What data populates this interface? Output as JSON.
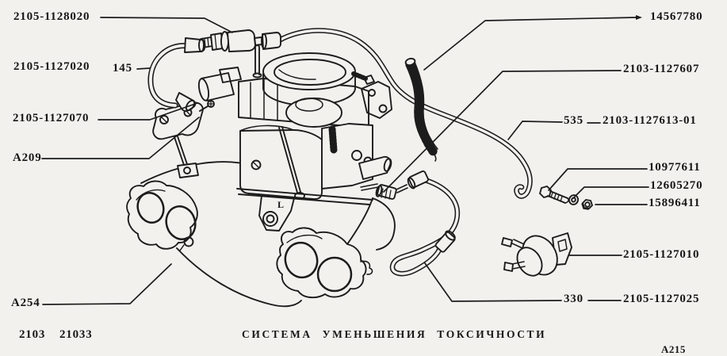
{
  "meta": {
    "background": "#f2f1ee",
    "ink": "#1c1c1c"
  },
  "title": "СИСТЕМА УМЕНЬШЕНИЯ ТОКСИЧНОСТИ",
  "casting_mark": "L",
  "footer": {
    "models_left": [
      "2103",
      "21033"
    ],
    "sheet_code": "A215"
  },
  "callouts": {
    "left": [
      {
        "part_number": "2105-1128020"
      },
      {
        "part_number": "2105-1127020",
        "length_mm": "145"
      },
      {
        "part_number": "2105-1127070"
      },
      {
        "part_number": "A209"
      },
      {
        "part_number": "A254"
      }
    ],
    "right": [
      {
        "part_number": "14567780"
      },
      {
        "part_number": "2103-1127607"
      },
      {
        "length_mm": "535",
        "part_number": "2103-1127613-01"
      },
      {
        "part_number": "10977611"
      },
      {
        "part_number": "12605270"
      },
      {
        "part_number": "15896411"
      },
      {
        "part_number": "2105-1127010"
      },
      {
        "length_mm": "330",
        "part_number": "2105-1127025"
      }
    ]
  }
}
